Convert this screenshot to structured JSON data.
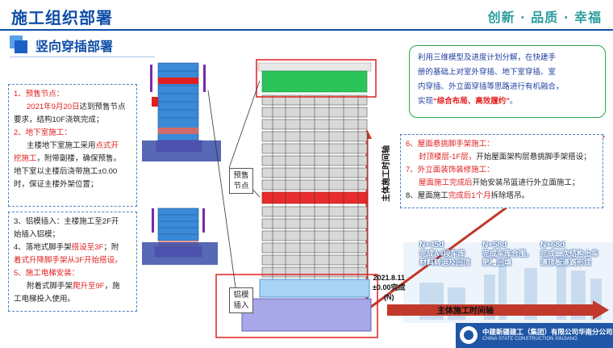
{
  "header": {
    "title": "施工组织部署",
    "slogan": "创新 · 品质 · 幸福"
  },
  "section": {
    "title": "竖向穿插部署"
  },
  "left_box_1": {
    "l1": "1、预售节点：",
    "l2a": "2021年9月20日",
    "l2b": "达到预售节点",
    "l3": "要求，结构10F浇筑完成；",
    "l4": "2、地下室施工：",
    "l5a": "主楼地下室施工采用",
    "l5b": "点式开",
    "l6a": "挖施工",
    "l6b": "，附带副楼，确保预售。",
    "l7": "地下室以主楼后浇带施工±0.00",
    "l8": "时，保证主楼外架位置；"
  },
  "left_box_2": {
    "l1": "3、铝模插入：主楼施工至2F开",
    "l2": "始插入铝模；",
    "l3a": "4、落地式脚手架",
    "l3b": "搭设至3F",
    "l3c": "；附",
    "l4": "着式升降脚手架从3F开始搭设。",
    "l5": "5、施工电梯安装：",
    "l6a": "附着式脚手架",
    "l6b": "爬升至9F",
    "l6c": "，施",
    "l7": "工电梯投入使用。"
  },
  "right_box_1": {
    "l1": "利用三维模型及进度计划分解，在快建手",
    "l2": "册的基础上对室外穿插、地下室穿插、室",
    "l3": "内穿插、外立面穿插等思路进行有机融合，",
    "l4a": "实现",
    "l4b": "“综合布局、高效履约”",
    "l4c": "。"
  },
  "right_box_2": {
    "l1": "6、屋面悬挑脚手架施工：",
    "l2a": "封顶楼层-1F层，",
    "l2b": "开始屋面架构层悬挑脚手架搭设；",
    "l3": "7、外立面装饰装修施工：",
    "l4a": "屋面施工完成后",
    "l4b": "开始安装吊篮进行外立面施工；",
    "l5a": "8、屋面施工",
    "l5b": "完成后1个月",
    "l5c": "拆除塔吊。"
  },
  "callouts": {
    "presale": "预售\n节点",
    "formwork": "铝模\n插入"
  },
  "timeline": {
    "vertical_label": "主体施工时间轴",
    "horizontal_label": "主体施工时间轴",
    "start_date": "2021.8.11",
    "start_note": "±0.00完成",
    "start_tag": "(N)",
    "milestones": [
      {
        "day": "N+45d",
        "l1": "完成A4段车库",
        "l2": "材料转运及回顶"
      },
      {
        "day": "N+58d",
        "l1": "完成车库合围，",
        "l2": "肥槽回填"
      },
      {
        "day": "N+68d",
        "l1": "完成二次结构上车",
        "l2": "道顶板道路形成"
      }
    ]
  },
  "footer": {
    "company": "中建新疆建工（集团）有限公司华南分公司",
    "sub": "CHINA STATE CONSTRUCTION XINJIANG"
  },
  "colors": {
    "brand_blue": "#0f4ea8",
    "accent_red": "#e02020",
    "green_border": "#2aa84a",
    "dashed_blue": "#4a82c8",
    "axis_red": "#c0392b"
  }
}
